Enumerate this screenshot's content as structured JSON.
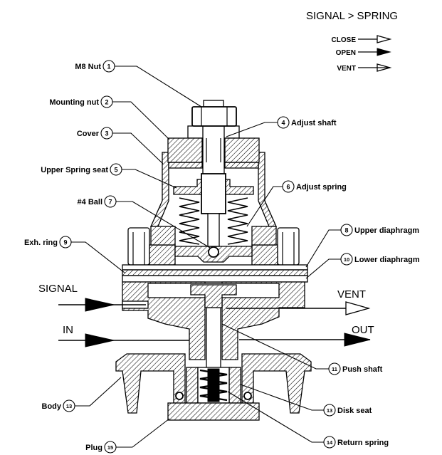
{
  "header": {
    "mode": "SIGNAL > SPRING"
  },
  "legend": [
    {
      "label": "CLOSE",
      "arrow": "open-arrow-icon"
    },
    {
      "label": "OPEN",
      "arrow": "filled-arrow-icon"
    },
    {
      "label": "VENT",
      "arrow": "vent-arrow-icon"
    }
  ],
  "flows": {
    "signal": "SIGNAL",
    "in": "IN",
    "vent": "VENT",
    "out": "OUT"
  },
  "parts": {
    "m8_nut": {
      "num": "1",
      "label": "M8 Nut"
    },
    "mounting_nut": {
      "num": "2",
      "label": "Mounting nut"
    },
    "cover": {
      "num": "3",
      "label": "Cover"
    },
    "adjust_shaft": {
      "num": "4",
      "label": "Adjust shaft"
    },
    "upper_spring_seat": {
      "num": "5",
      "label": "Upper Spring seat"
    },
    "adjust_spring": {
      "num": "6",
      "label": "Adjust spring"
    },
    "ball": {
      "num": "7",
      "label": "#4 Ball"
    },
    "upper_diaphragm": {
      "num": "8",
      "label": "Upper diaphragm"
    },
    "exh_ring": {
      "num": "9",
      "label": "Exh. ring"
    },
    "lower_diaphragm": {
      "num": "10",
      "label": "Lower diaphragm"
    },
    "push_shaft": {
      "num": "11",
      "label": "Push shaft"
    },
    "body": {
      "num": "13",
      "label": "Body"
    },
    "disk_seat": {
      "num": "13",
      "label": "Disk seat"
    },
    "return_spring": {
      "num": "14",
      "label": "Return spring"
    },
    "plug": {
      "num": "15",
      "label": "Plug"
    }
  },
  "colors": {
    "ink": "#000000",
    "paper": "#ffffff"
  }
}
